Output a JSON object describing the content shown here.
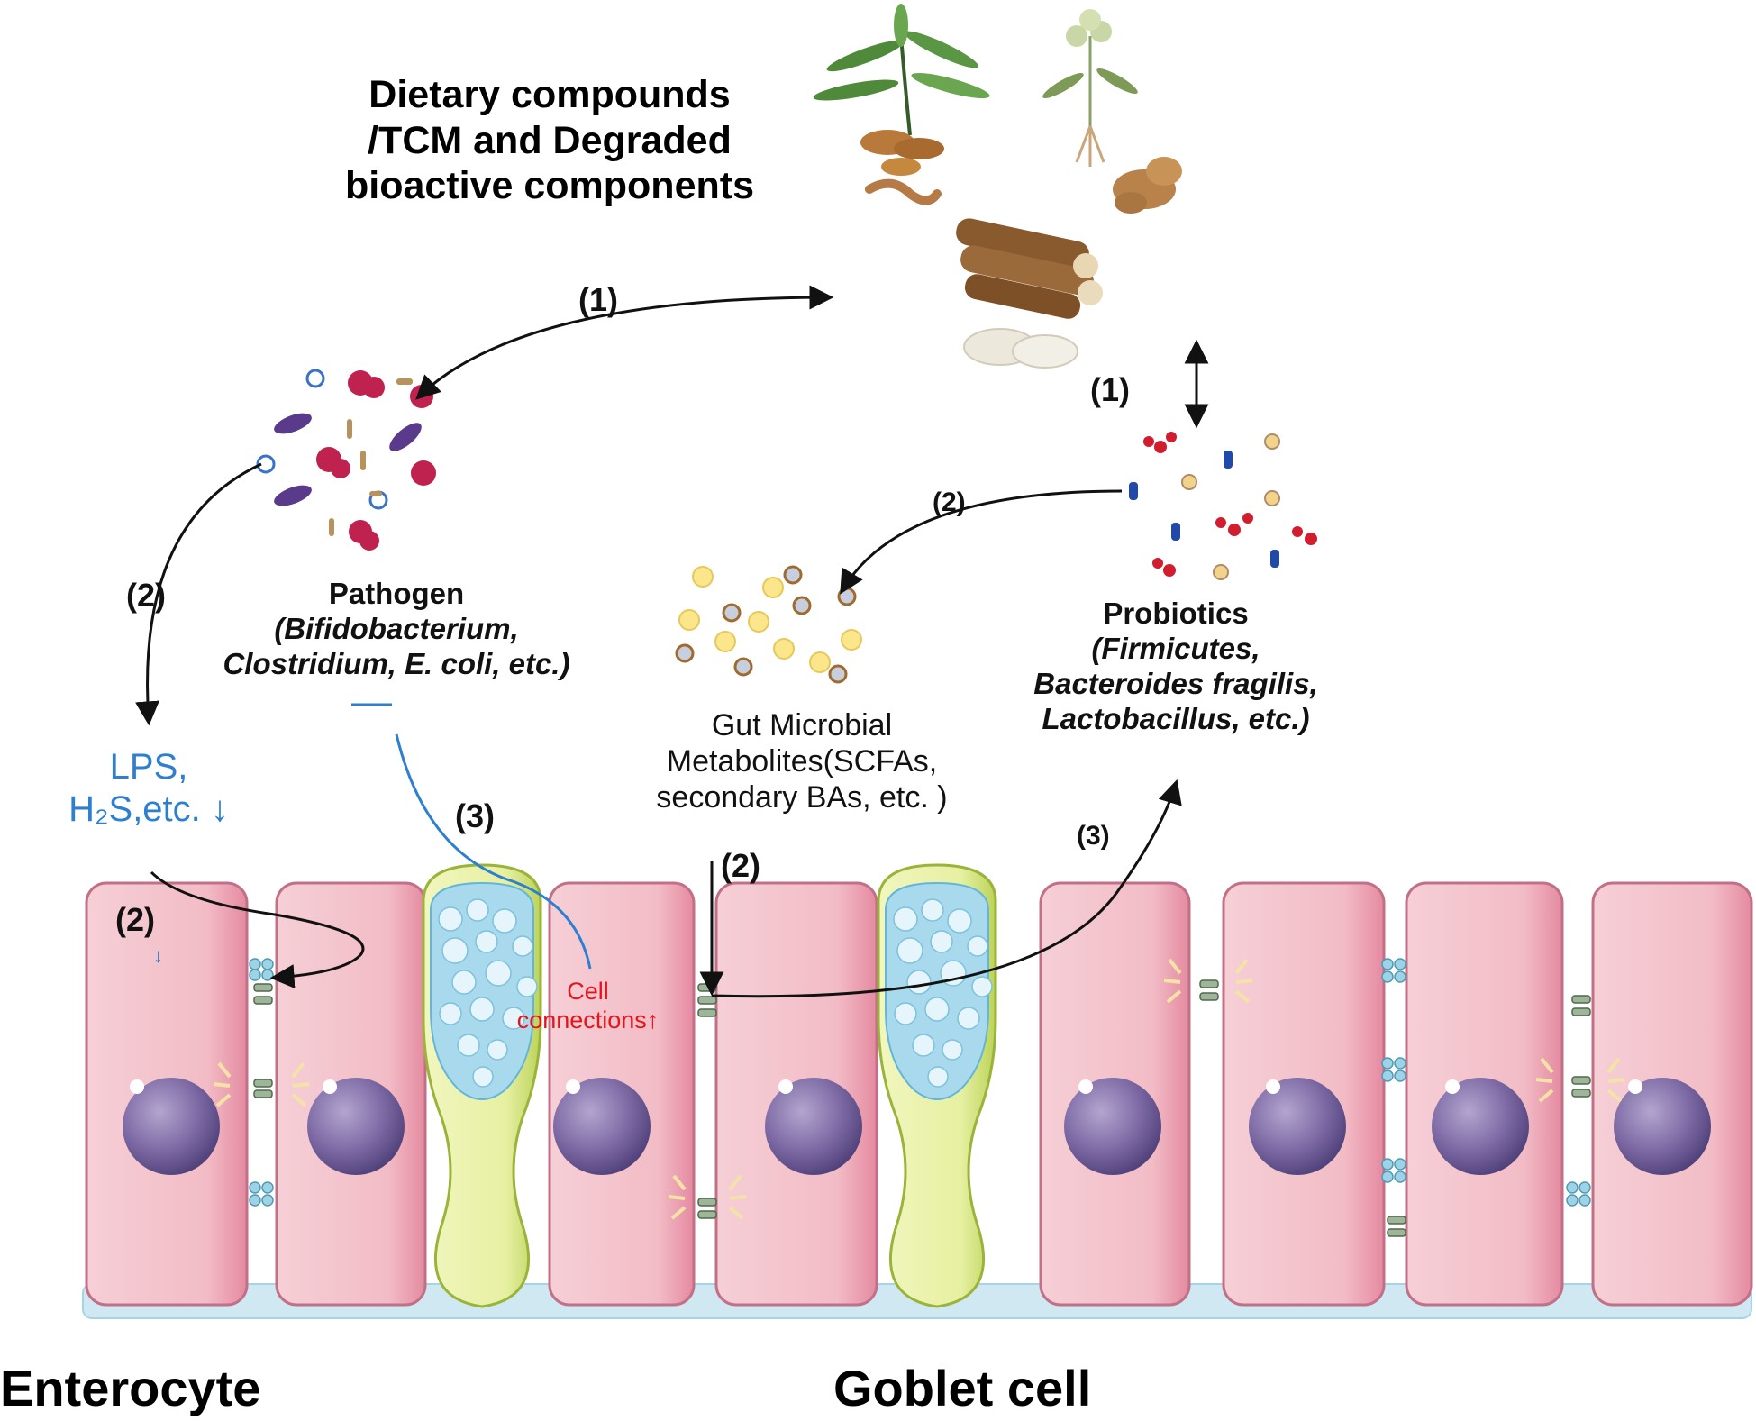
{
  "title_lines": [
    "Dietary compounds",
    "/TCM and Degraded",
    "bioactive components"
  ],
  "pathogen": {
    "name": "Pathogen",
    "examples_line1": "(Bifidobacterium,",
    "examples_line2": "Clostridium, E. coli, etc.)"
  },
  "probiotics": {
    "name": "Probiotics",
    "examples_line1": "(Firmicutes,",
    "examples_line2": "Bacteroides  fragilis,",
    "examples_line3": "Lactobacillus,  etc.)"
  },
  "metabolites_lines": [
    "Gut Microbial",
    "Metabolites(SCFAs,",
    "secondary BAs, etc. )"
  ],
  "lps_lines": [
    "LPS,",
    "H₂S,etc. ↓"
  ],
  "cell_connections_lines": [
    "Cell",
    "connections↑"
  ],
  "step_labels": {
    "top_1": "(1)",
    "right_1": "(1)",
    "left_2": "(2)",
    "probiotics_2": "(2)",
    "metabolites_2": "(2)",
    "enterocyte_2": "(2)",
    "pathogen_3": "(3)",
    "probiotics_3": "(3)"
  },
  "bottom_labels": {
    "enterocyte": "Enterocyte",
    "goblet": "Goblet cell"
  },
  "colors": {
    "enterocyte": "#f3c4cc",
    "goblet": "#e9f2a8",
    "nucleus": "#7e6aa6",
    "basement": "#cfe8f2",
    "blue_text": "#2e7fd0",
    "red_text": "#e8141b"
  },
  "icons": [
    "herb-plant-icon",
    "root-slices-icon",
    "bacteria-cluster-icon",
    "probiotic-cluster-icon",
    "metabolite-dots-icon"
  ]
}
